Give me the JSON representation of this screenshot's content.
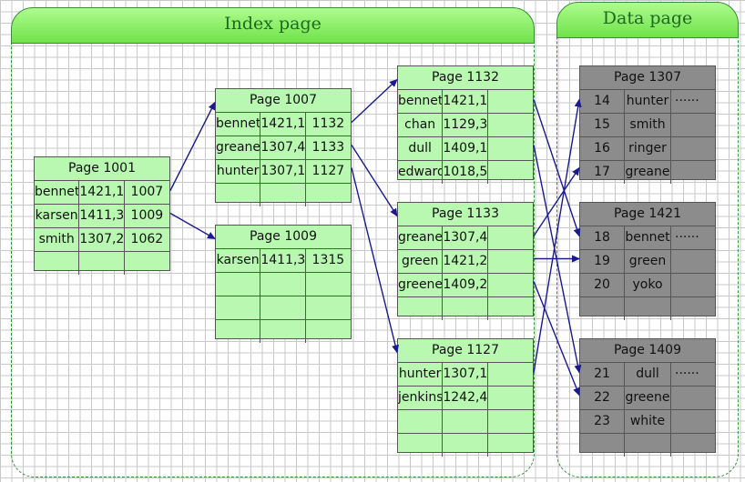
{
  "regions": {
    "index_label": "Index page",
    "data_label": "Data page"
  },
  "index_pages": [
    {
      "id": "p1001",
      "title": "Page 1001",
      "rows": [
        [
          "bennet",
          "1421,1",
          "1007"
        ],
        [
          "karsen",
          "1411,3",
          "1009"
        ],
        [
          "smith",
          "1307,2",
          "1062"
        ],
        [
          "",
          "",
          ""
        ]
      ]
    },
    {
      "id": "p1007",
      "title": "Page 1007",
      "rows": [
        [
          "bennet",
          "1421,1",
          "1132"
        ],
        [
          "greane",
          "1307,4",
          "1133"
        ],
        [
          "hunter",
          "1307,1",
          "1127"
        ],
        [
          "",
          "",
          ""
        ]
      ]
    },
    {
      "id": "p1009",
      "title": "Page 1009",
      "rows": [
        [
          "karsen",
          "1411,3",
          "1315"
        ],
        [
          "",
          "",
          ""
        ],
        [
          "",
          "",
          ""
        ],
        [
          "",
          "",
          ""
        ]
      ]
    },
    {
      "id": "p1132",
      "title": "Page 1132",
      "rows": [
        [
          "bennet",
          "1421,1",
          ""
        ],
        [
          "chan",
          "1129,3",
          ""
        ],
        [
          "dull",
          "1409,1",
          ""
        ],
        [
          "edwards",
          "1018,5",
          ""
        ]
      ]
    },
    {
      "id": "p1133",
      "title": "Page 1133",
      "rows": [
        [
          "greane",
          "1307,4",
          ""
        ],
        [
          "green",
          "1421,2",
          ""
        ],
        [
          "greene",
          "1409,2",
          ""
        ],
        [
          "",
          "",
          ""
        ]
      ]
    },
    {
      "id": "p1127",
      "title": "Page 1127",
      "rows": [
        [
          "hunter",
          "1307,1",
          ""
        ],
        [
          "jenkins",
          "1242,4",
          ""
        ],
        [
          "",
          "",
          ""
        ],
        [
          "",
          "",
          ""
        ]
      ]
    }
  ],
  "data_pages": [
    {
      "id": "p1307",
      "title": "Page 1307",
      "rows": [
        [
          "14",
          "hunter",
          "······"
        ],
        [
          "15",
          "smith",
          ""
        ],
        [
          "16",
          "ringer",
          ""
        ],
        [
          "17",
          "greane",
          ""
        ]
      ]
    },
    {
      "id": "p1421",
      "title": "Page 1421",
      "rows": [
        [
          "18",
          "bennet",
          "······"
        ],
        [
          "19",
          "green",
          ""
        ],
        [
          "20",
          "yoko",
          ""
        ],
        [
          "",
          "",
          ""
        ]
      ]
    },
    {
      "id": "p1409",
      "title": "Page 1409",
      "rows": [
        [
          "21",
          "dull",
          "······"
        ],
        [
          "22",
          "greene",
          ""
        ],
        [
          "23",
          "white",
          ""
        ],
        [
          "",
          "",
          ""
        ]
      ]
    }
  ],
  "links": [
    {
      "from": "p1001.row0",
      "to": "p1007"
    },
    {
      "from": "p1001.row1",
      "to": "p1009"
    },
    {
      "from": "p1007.row0",
      "to": "p1132"
    },
    {
      "from": "p1007.row1",
      "to": "p1133"
    },
    {
      "from": "p1007.row2",
      "to": "p1127"
    },
    {
      "from": "p1132.row0",
      "to": "p1421.row0"
    },
    {
      "from": "p1132.row2",
      "to": "p1409.row0"
    },
    {
      "from": "p1133.row0",
      "to": "p1307.row3"
    },
    {
      "from": "p1133.row1",
      "to": "p1421.row1"
    },
    {
      "from": "p1133.row2",
      "to": "p1409.row1"
    },
    {
      "from": "p1127.row0",
      "to": "p1307.row0"
    }
  ],
  "colors": {
    "index_fill": "#b8f8b0",
    "data_fill": "#8c8c8c",
    "arrow": "#1a1a8c",
    "region_border": "#3a8a3a"
  }
}
